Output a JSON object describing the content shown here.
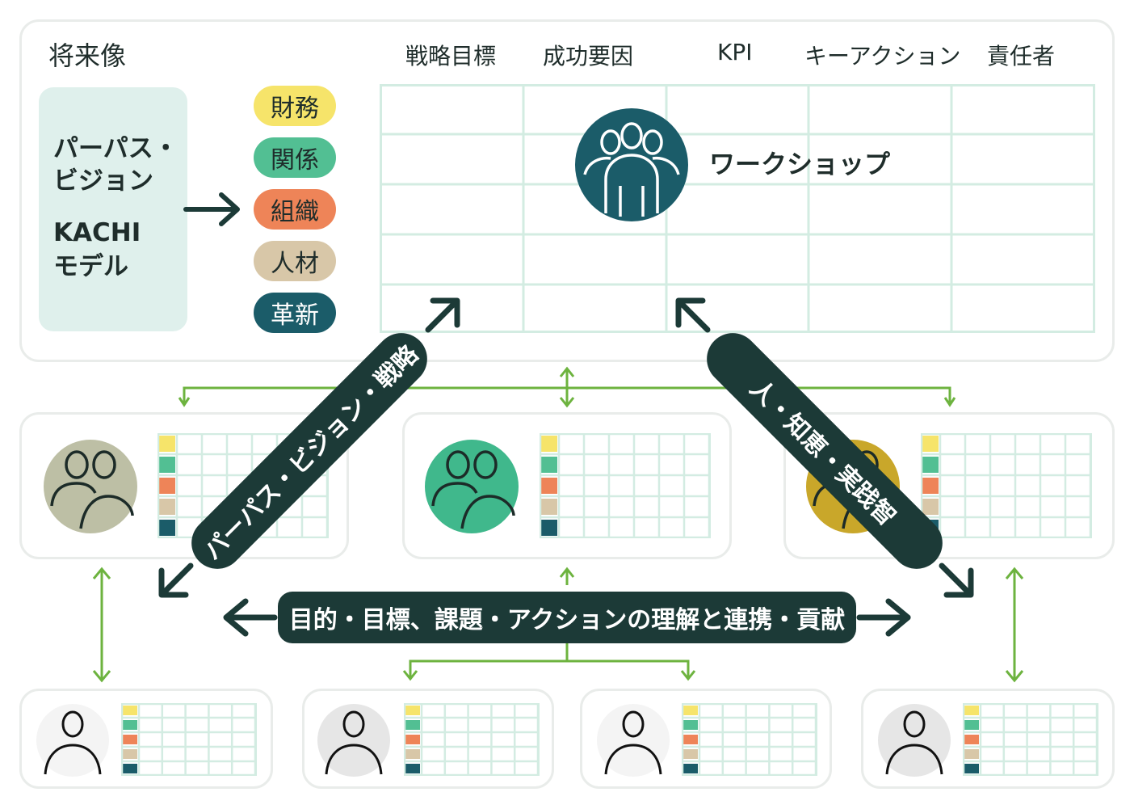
{
  "top": {
    "future": "将来像",
    "columns": [
      "戦略目標",
      "成功要因",
      "KPI",
      "キーアクション",
      "責任者"
    ],
    "left_box": {
      "line1": "パーパス・",
      "line2": "ビジョン",
      "line3": "KACHI",
      "line4": "モデル"
    },
    "categories": [
      {
        "label": "財務",
        "color": "#f6e46a"
      },
      {
        "label": "関係",
        "color": "#52bf93"
      },
      {
        "label": "組織",
        "color": "#ee8458"
      },
      {
        "label": "人材",
        "color": "#d8c7a8"
      },
      {
        "label": "革新",
        "color": "#1b5c69"
      }
    ],
    "workshop": "ワークショップ"
  },
  "banners": {
    "left_diagonal": "パーパス・ビジョン・戦略",
    "right_diagonal": "人・知恵・実践智",
    "horizontal": "目的・目標、課題・アクションの理解と連携・貢献"
  },
  "colors": {
    "grid_line": "#d3ece2",
    "green_arrow": "#6db33f",
    "dark": "#1c3a37",
    "group_olive": "#bdbfa5",
    "group_green": "#40b88c",
    "group_gold": "#c9a72a",
    "person_bg": "#ececec",
    "workshop_circle": "#1b5c69"
  },
  "icons": [
    "arrow-right-icon",
    "workshop-group-icon",
    "group-icon",
    "person-icon"
  ]
}
